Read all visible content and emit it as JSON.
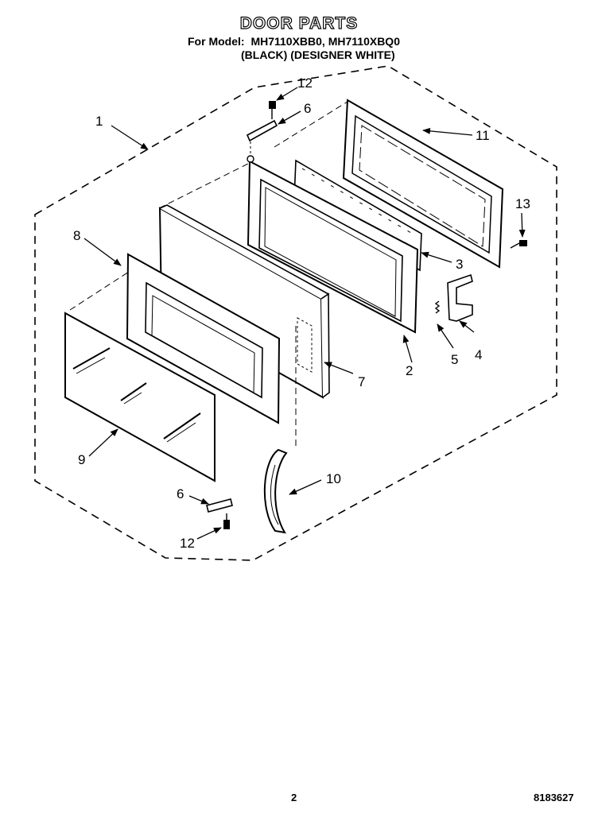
{
  "header": {
    "title": "DOOR PARTS",
    "for_model_label": "For Model:",
    "models": "MH7110XBB0, MH7110XBQ0",
    "variants": "(BLACK) (DESIGNER WHITE)"
  },
  "callouts": {
    "c1": "1",
    "c2": "2",
    "c3": "3",
    "c4": "4",
    "c5": "5",
    "c6_top": "6",
    "c6_bottom": "6",
    "c7": "7",
    "c8": "8",
    "c9": "9",
    "c10": "10",
    "c11": "11",
    "c12_top": "12",
    "c12_bottom": "12",
    "c13": "13"
  },
  "footer": {
    "page_number": "2",
    "diagram_code": "8183627"
  }
}
